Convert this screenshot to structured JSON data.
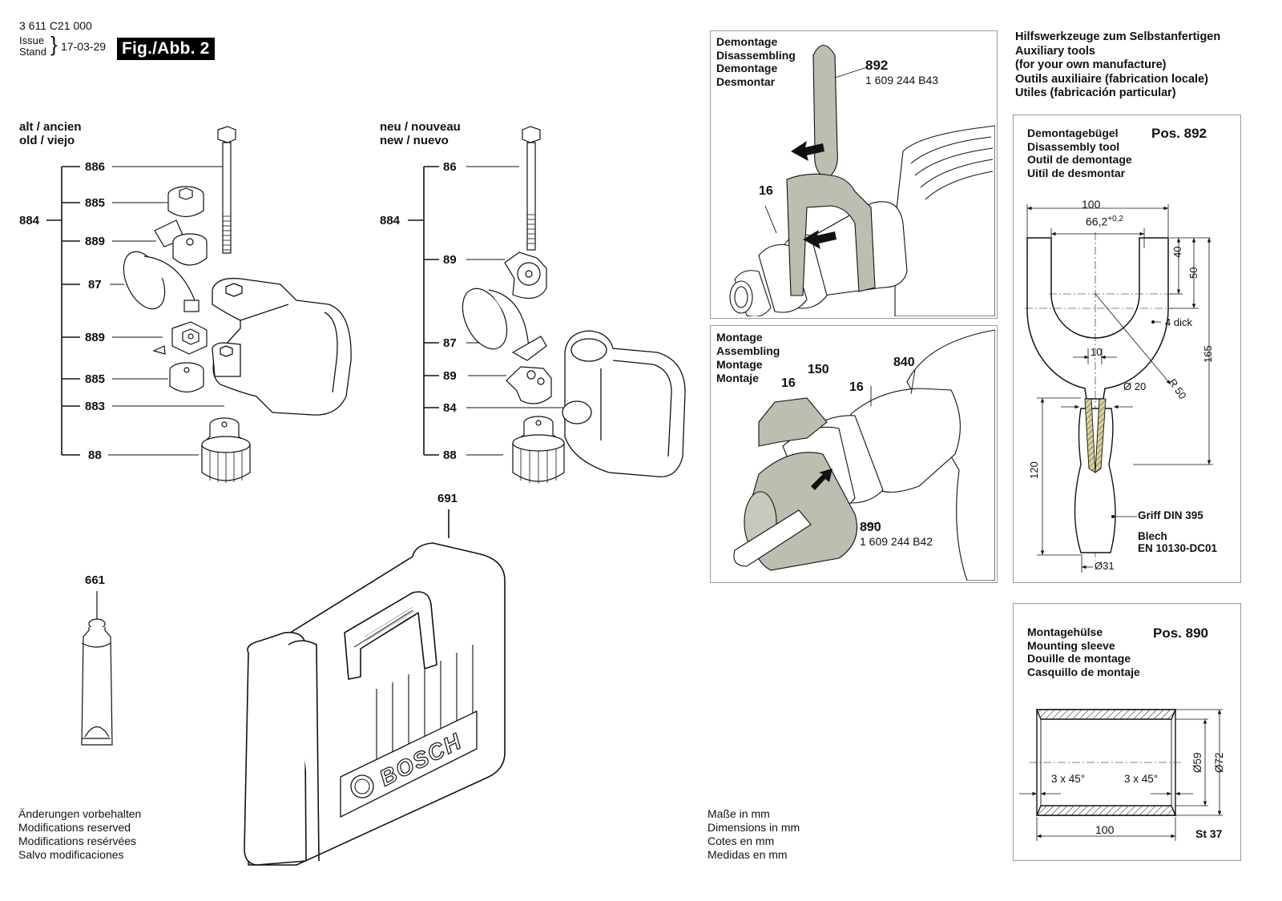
{
  "header": {
    "doc_number": "3 611 C21 000",
    "issue_label": "Issue",
    "stand_label": "Stand",
    "date": "17-03-29",
    "fig_label": "Fig./Abb. 2"
  },
  "old_assembly": {
    "title_line1": "alt / ancien",
    "title_line2": "old / viejo",
    "group": "884",
    "parts": [
      "886",
      "885",
      "889",
      "87",
      "889",
      "885",
      "883",
      "88"
    ]
  },
  "new_assembly": {
    "title_line1": "neu / nouveau",
    "title_line2": "new / nuevo",
    "group": "884",
    "parts": [
      "86",
      "89",
      "87",
      "89",
      "84",
      "88"
    ]
  },
  "grease_tube": {
    "part": "661"
  },
  "carry_case": {
    "part": "691",
    "brand": "BOSCH"
  },
  "disassembling_panel": {
    "lines": [
      "Demontage",
      "Disassembling",
      "Demontage",
      "Desmontar"
    ],
    "tool_pos": "892",
    "tool_number": "1 609 244 B43",
    "ref_16": "16"
  },
  "assembling_panel": {
    "lines": [
      "Montage",
      "Assembling",
      "Montage",
      "Montaje"
    ],
    "ref_16a": "16",
    "ref_150": "150",
    "ref_16b": "16",
    "ref_840": "840",
    "tool_pos": "890",
    "tool_number": "1 609 244 B42"
  },
  "aux_tools": {
    "lines": [
      "Hilfswerkzeuge zum Selbstanfertigen",
      "Auxiliary tools",
      "(for your own manufacture)",
      "Outils auxiliaire (fabrication locale)",
      "Utiles (fabricación particular)"
    ]
  },
  "tool_892": {
    "lines": [
      "Demontagebügel",
      "Disassembly tool",
      "Outil de demontage",
      "Uitil de desmontar"
    ],
    "pos_label": "Pos. 892",
    "dim_width": "100",
    "dim_inner": "66,2",
    "dim_inner_tol": "+0,2",
    "dim_40": "40",
    "dim_50": "50",
    "thickness": "4 dick",
    "dim_165": "165",
    "dim_10": "10",
    "radius": "R 50",
    "dia_20": "Ø 20",
    "dim_120": "120",
    "grip": "Griff DIN 395",
    "material_line1": "Blech",
    "material_line2": "EN 10130-DC01",
    "dia_31": "Ø31"
  },
  "tool_890": {
    "lines": [
      "Montagehülse",
      "Mounting sleeve",
      "Douille de montage",
      "Casquillo de montaje"
    ],
    "pos_label": "Pos. 890",
    "chamfer_left": "3 x 45°",
    "chamfer_right": "3 x 45°",
    "dia_59": "Ø59",
    "dia_72": "Ø72",
    "length": "100",
    "material": "St 37"
  },
  "footer_left": {
    "lines": [
      "Änderungen vorbehalten",
      "Modifications reserved",
      "Modifications resérvées",
      "Salvo modificaciones"
    ]
  },
  "footer_right": {
    "lines": [
      "Maße in mm",
      "Dimensions in mm",
      "Cotes en mm",
      "Medidas en mm"
    ]
  },
  "colors": {
    "ink": "#111111",
    "tool_fill": "#bdbdb0",
    "frame": "#999999",
    "hatch": "#c9c28a"
  }
}
